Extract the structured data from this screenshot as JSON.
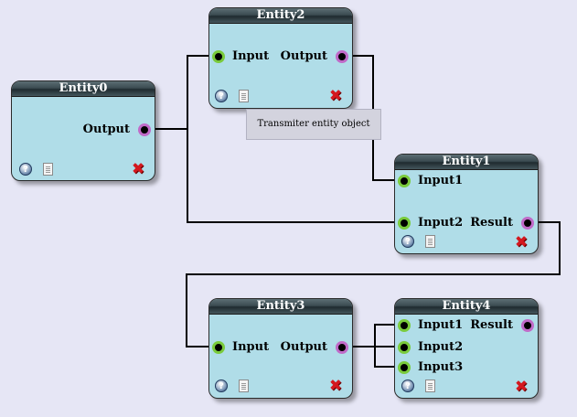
{
  "nodes": [
    {
      "id": "entity0",
      "title": "Entity0",
      "ports": {
        "output": "Output"
      }
    },
    {
      "id": "entity2",
      "title": "Entity2",
      "ports": {
        "input": "Input",
        "output": "Output"
      }
    },
    {
      "id": "entity1",
      "title": "Entity1",
      "ports": {
        "input1": "Input1",
        "input2": "Input2",
        "result": "Result"
      }
    },
    {
      "id": "entity3",
      "title": "Entity3",
      "ports": {
        "input": "Input",
        "output": "Output"
      }
    },
    {
      "id": "entity4",
      "title": "Entity4",
      "ports": {
        "input1": "Input1",
        "input2": "Input2",
        "input3": "Input3",
        "result": "Result"
      }
    }
  ],
  "tooltip": {
    "text": "Transmiter entity object"
  },
  "icons": {
    "help": "help-icon",
    "document": "document-icon",
    "close": "close-icon"
  },
  "colors": {
    "background": "#e6e6f5",
    "node_body": "#b0dde8",
    "input_port_ring": "#7acb3c",
    "output_port_ring": "#c06ac8",
    "close_icon": "#d4181e",
    "wire": "#000000"
  },
  "connections": [
    {
      "from": "Entity0.Output",
      "to": "Entity2.Input"
    },
    {
      "from": "Entity0.Output",
      "to": "Entity1.Input2"
    },
    {
      "from": "Entity2.Output",
      "to": "Entity1.Input1"
    },
    {
      "from": "Entity1.Result",
      "to": "Entity3.Input"
    },
    {
      "from": "Entity3.Output",
      "to": "Entity4.Input1"
    },
    {
      "from": "Entity3.Output",
      "to": "Entity4.Input2"
    },
    {
      "from": "Entity3.Output",
      "to": "Entity4.Input3"
    }
  ]
}
